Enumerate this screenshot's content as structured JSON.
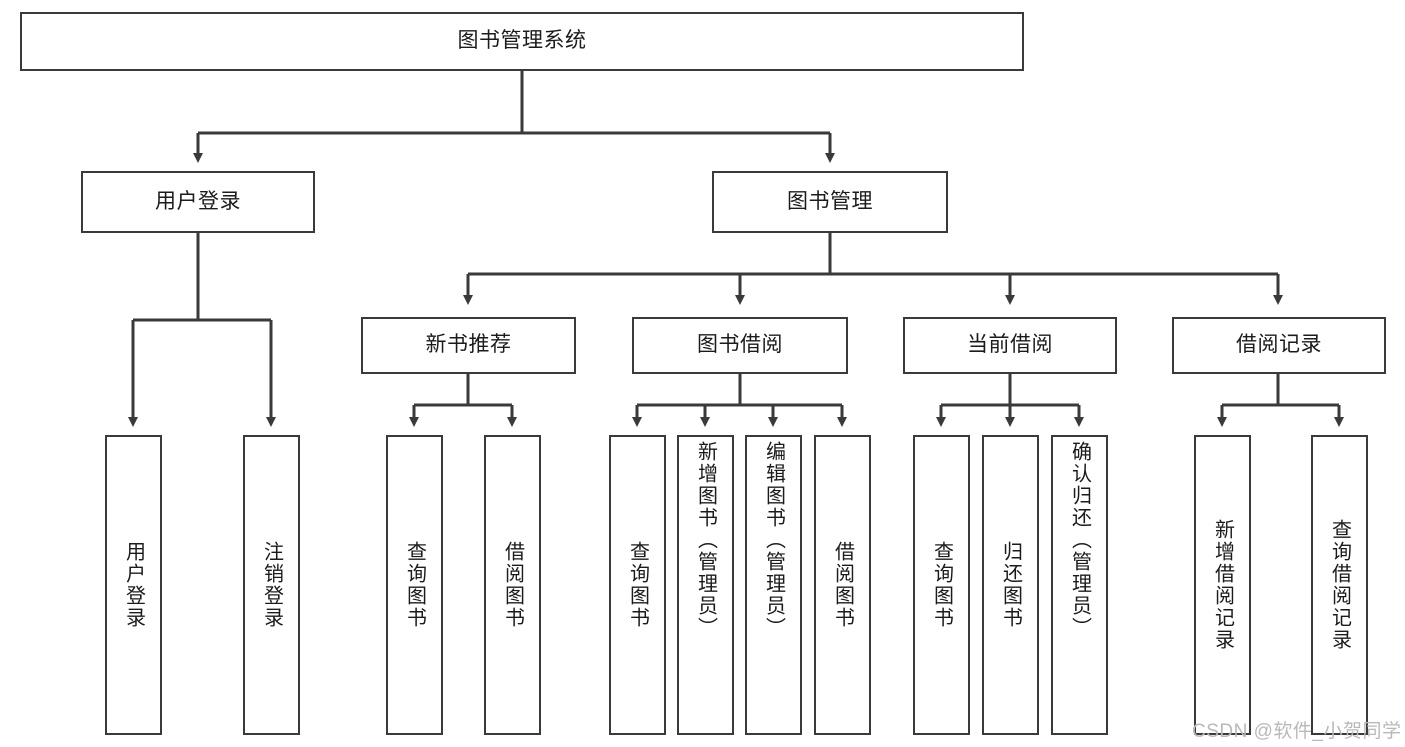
{
  "diagram": {
    "title": "图书管理系统",
    "type": "hierarchy-tree",
    "colors": {
      "background": "#ffffff",
      "box_border": "#3a3a3a",
      "box_fill": "#ffffff",
      "text": "#1b1b1b",
      "connector": "#3a3a3a",
      "watermark": "#b9b9b9"
    },
    "root": {
      "label": "图书管理系统"
    },
    "level2": [
      {
        "label": "用户登录"
      },
      {
        "label": "图书管理"
      }
    ],
    "level3": [
      {
        "label": "新书推荐"
      },
      {
        "label": "图书借阅"
      },
      {
        "label": "当前借阅"
      },
      {
        "label": "借阅记录"
      }
    ],
    "leaves_user_login": [
      {
        "label": "用户登录"
      },
      {
        "label": "注销登录"
      }
    ],
    "leaves_new_book": [
      {
        "label": "查询图书"
      },
      {
        "label": "借阅图书"
      }
    ],
    "leaves_borrow": [
      {
        "label": "查询图书"
      },
      {
        "label": "新增图书（管理员）"
      },
      {
        "label": "编辑图书（管理员）"
      },
      {
        "label": "借阅图书"
      }
    ],
    "leaves_current": [
      {
        "label": "查询图书"
      },
      {
        "label": "归还图书"
      },
      {
        "label": "确认归还（管理员）"
      }
    ],
    "leaves_records": [
      {
        "label": "新增借阅记录"
      },
      {
        "label": "查询借阅记录"
      }
    ],
    "watermark": "CSDN @软件_小贺同学"
  }
}
